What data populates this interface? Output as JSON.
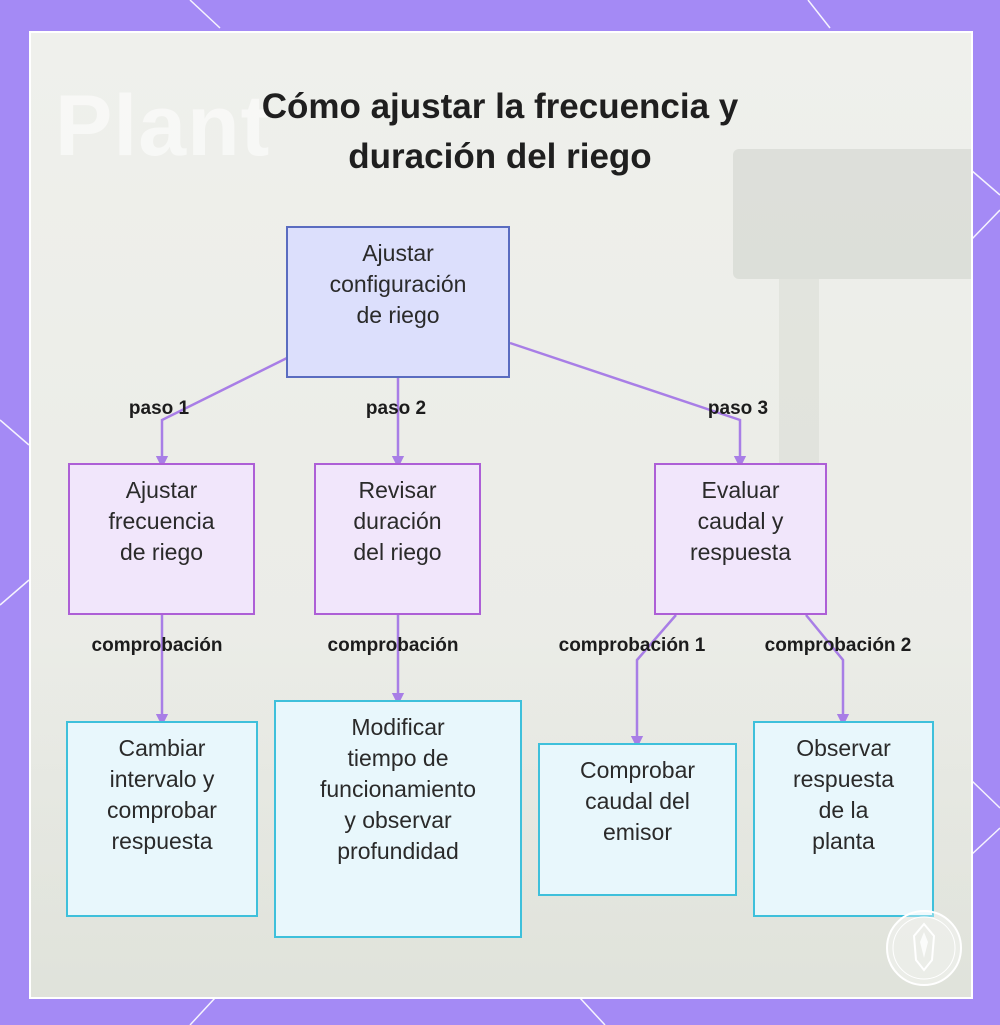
{
  "title": [
    "Cómo ajustar la frecuencia y",
    "duración del riego"
  ],
  "background_word": "Plant",
  "colors": {
    "frame": "#a48af5",
    "root_fill": "#dcdffc",
    "root_border": "#5a6cc0",
    "step_fill": "#f1e6fb",
    "step_border": "#ad5fd6",
    "leaf_fill": "#e8f7fc",
    "leaf_border": "#3ec0db",
    "connector": "#a87ee6"
  },
  "nodes": {
    "root": [
      "Ajustar",
      "configuración",
      "de riego"
    ],
    "step1": [
      "Ajustar",
      "frecuencia",
      "de riego"
    ],
    "step2": [
      "Revisar",
      "duración",
      "del riego"
    ],
    "step3": [
      "Evaluar",
      "caudal y",
      "respuesta"
    ],
    "leaf1": [
      "Cambiar",
      "intervalo y",
      "comprobar",
      "respuesta"
    ],
    "leaf2": [
      "Modificar",
      "tiempo de",
      "funcionamiento",
      "y observar",
      "profundidad"
    ],
    "leaf3": [
      "Comprobar",
      "caudal del",
      "emisor"
    ],
    "leaf4": [
      "Observar",
      "respuesta",
      "de la",
      "planta"
    ]
  },
  "edge_labels": {
    "paso1": "paso 1",
    "paso2": "paso 2",
    "paso3": "paso 3",
    "check1": "comprobación",
    "check2": "comprobación",
    "check3": "comprobación 1",
    "check4": "comprobación 2"
  },
  "logo_icon": "hand-emblem-icon"
}
